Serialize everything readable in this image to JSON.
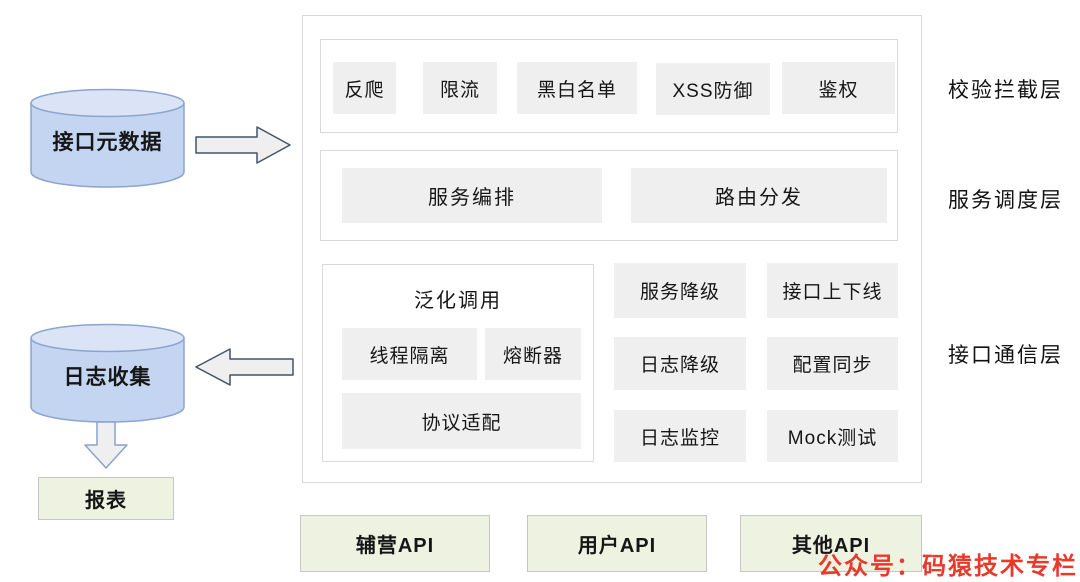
{
  "sources": {
    "metadata_db": "接口元数据",
    "log_db": "日志收集",
    "report": "报表"
  },
  "layers": [
    {
      "label": "校验拦截层",
      "chips": [
        "反爬",
        "限流",
        "黑白名单",
        "XSS防御",
        "鉴权"
      ]
    },
    {
      "label": "服务调度层",
      "chips": [
        "服务编排",
        "路由分发"
      ]
    },
    {
      "label": "接口通信层",
      "group": {
        "title": "泛化调用",
        "chips": [
          "线程隔离",
          "熔断器",
          "协议适配"
        ]
      },
      "grid": [
        "服务降级",
        "接口上下线",
        "日志降级",
        "配置同步",
        "日志监控",
        "Mock测试"
      ]
    }
  ],
  "apis": [
    "辅营API",
    "用户API",
    "其他API"
  ],
  "watermark": "公众号：码猿技术专栏",
  "icons": {
    "right_arrow": "arrow-right-icon",
    "left_arrow": "arrow-left-icon",
    "down_arrow": "arrow-down-icon",
    "database": "database-cylinder-icon"
  },
  "colors": {
    "cylinder_fill": "#c3d5f0",
    "cylinder_top": "#dae4f6",
    "cylinder_stroke": "#8ca4cf",
    "chip_bg": "#efefef",
    "box_border": "#d9d9d9",
    "green_bg": "#eef2e1",
    "green_border": "#c6c6c6",
    "arrow_fill": "#efefef",
    "arrow_stroke_dark": "#44546a",
    "arrow_stroke_light": "#8ba2cc",
    "watermark_red": "#e83a2b"
  }
}
